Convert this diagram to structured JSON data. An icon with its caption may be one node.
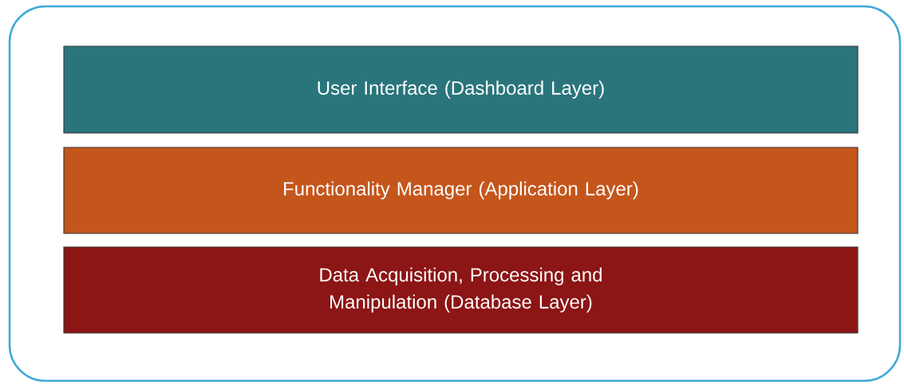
{
  "diagram": {
    "nodes": [
      {
        "text": [],
        "shape": "box"
      },
      {
        "text": [
          "User Interface (Dashboard Layer)"
        ],
        "in": 0
      },
      {
        "text": [
          "Functionality Manager (Application Layer)"
        ],
        "in": 0
      },
      {
        "text": [
          "Data Acquisition, Processing and Manipulation (Database Layer)"
        ],
        "in": 0
      }
    ]
  }
}
